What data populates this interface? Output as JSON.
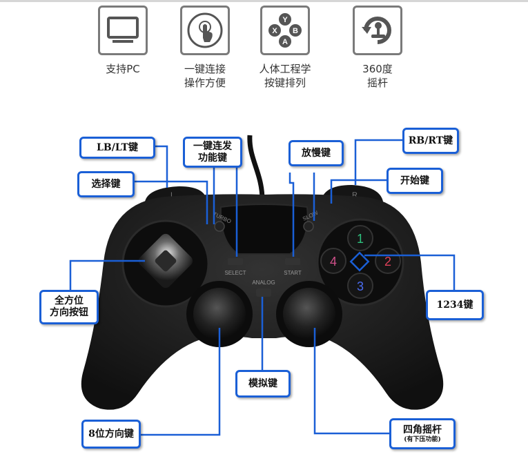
{
  "features": [
    {
      "icon": "monitor-icon",
      "text": "支持PC"
    },
    {
      "icon": "touch-hand-icon",
      "text": "一键连接\n操作方便"
    },
    {
      "icon": "xyab-buttons-icon",
      "text": "人体工程学\n按键排列"
    },
    {
      "icon": "joystick-360-icon",
      "text": "360度\n摇杆"
    }
  ],
  "controller_marks": {
    "left_shoulder": "L",
    "right_shoulder": "R",
    "turbo": "TURBO",
    "slow": "SLOW",
    "select": "SELECT",
    "start": "START",
    "analog": "ANALOG",
    "buttons": [
      "1",
      "2",
      "3",
      "4"
    ]
  },
  "callouts": {
    "lb_lt": "LB/LT键",
    "turbo": "一键连发\n功能键",
    "slow": "放慢键",
    "rb_rt": "RB/RT键",
    "select": "选择键",
    "start": "开始键",
    "dpad": "全方位\n方向按钮",
    "buttons_1234": "1234键",
    "analog": "模拟键",
    "dir8": "8位方向键",
    "sticks": "四角摇杆",
    "sticks_note": "(有下压功能)"
  },
  "colors": {
    "callout_border": "#1a5fd6",
    "controller_body": "#1b1b1b",
    "button_1": "#2ec27e",
    "button_2": "#e0405a",
    "button_3": "#4a6cf0",
    "button_4": "#d0508a"
  }
}
